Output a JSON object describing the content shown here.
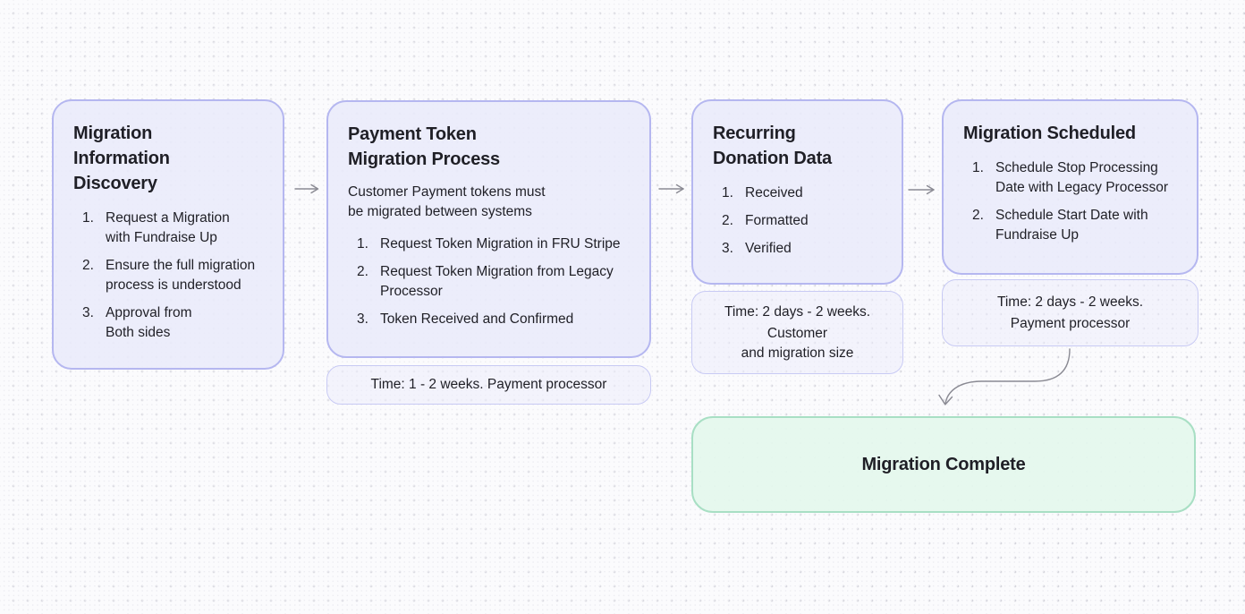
{
  "diagram": {
    "nodes": [
      {
        "name": "migration-information-discovery",
        "title_lines": [
          "Migration",
          "Information",
          "Discovery"
        ],
        "items": [
          {
            "marker": "1.",
            "lines": [
              "Request a Migration",
              "with Fundraise Up"
            ]
          },
          {
            "marker": "2.",
            "lines": [
              "Ensure the full migration",
              "process is understood"
            ]
          },
          {
            "marker": "3.",
            "lines": [
              "Approval from",
              "Both sides"
            ]
          }
        ]
      },
      {
        "name": "payment-token-migration-process",
        "title_lines": [
          "Payment Token",
          "Migration Process"
        ],
        "description_lines": [
          "Customer Payment tokens must",
          "be migrated between systems"
        ],
        "items": [
          {
            "marker": "1.",
            "lines": [
              "Request Token Migration in FRU Stripe"
            ]
          },
          {
            "marker": "2.",
            "lines": [
              "Request Token Migration from Legacy",
              "Processor"
            ]
          },
          {
            "marker": "3.",
            "lines": [
              "Token Received and Confirmed"
            ]
          }
        ]
      },
      {
        "name": "recurring-donation-data",
        "title_lines": [
          "Recurring",
          "Donation Data"
        ],
        "items": [
          {
            "marker": "1.",
            "lines": [
              "Received"
            ]
          },
          {
            "marker": "2.",
            "lines": [
              "Formatted"
            ]
          },
          {
            "marker": "3.",
            "lines": [
              "Verified"
            ]
          }
        ]
      },
      {
        "name": "migration-scheduled",
        "title_lines": [
          "Migration Scheduled"
        ],
        "items": [
          {
            "marker": "1.",
            "lines": [
              "Schedule Stop Processing",
              "Date with Legacy Processor"
            ]
          },
          {
            "marker": "2.",
            "lines": [
              "Schedule Start Date with",
              "Fundraise Up"
            ]
          }
        ]
      }
    ],
    "time_notes": [
      {
        "for": "payment-token-migration-process",
        "lines": [
          "Time: 1 - 2 weeks. Payment processor"
        ]
      },
      {
        "for": "recurring-donation-data",
        "lines": [
          "Time: 2 days - 2 weeks.",
          "Customer",
          "and migration size"
        ]
      },
      {
        "for": "migration-scheduled",
        "lines": [
          "Time: 2 days - 2 weeks.",
          "Payment processor"
        ]
      }
    ],
    "complete_node": {
      "label": "Migration Complete"
    },
    "connectors": [
      {
        "name": "flow-arrow-1",
        "type": "straight"
      },
      {
        "name": "flow-arrow-2",
        "type": "straight"
      },
      {
        "name": "flow-arrow-3",
        "type": "straight"
      },
      {
        "name": "flow-arrow-complete",
        "type": "curved"
      }
    ],
    "colors": {
      "node_fill": "#E9EAFB",
      "node_border": "#B5B7F0",
      "time_note_border": "#C8CAF4",
      "complete_fill": "#E4F7ED",
      "complete_border": "#A8DFC4",
      "arrow": "#8A8A93",
      "text": "#1F1F26",
      "background": "#FBFBFD"
    }
  }
}
